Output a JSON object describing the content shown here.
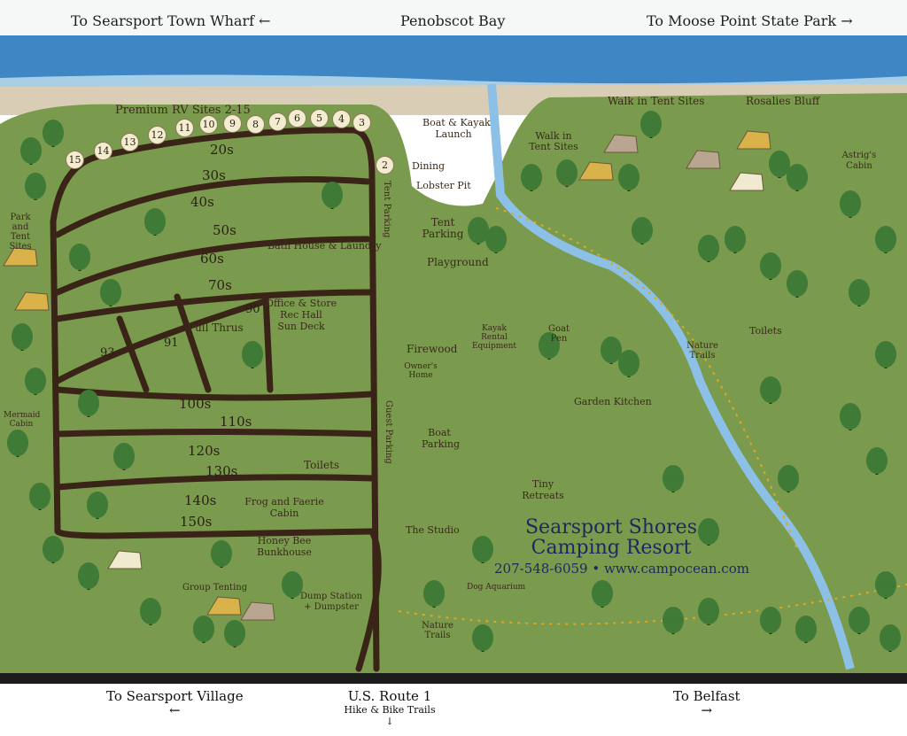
{
  "header": {
    "left": {
      "label": "To Searsport Town Wharf",
      "arrow": "←"
    },
    "center": {
      "label": "Penobscot Bay"
    },
    "right": {
      "label": "To Moose Point State Park",
      "arrow": "→"
    }
  },
  "rv": {
    "premium_label": "Premium RV Sites 2-15",
    "site_numbers": [
      "15",
      "14",
      "13",
      "12",
      "11",
      "10",
      "9",
      "8",
      "7",
      "6",
      "5",
      "4",
      "3",
      "2"
    ],
    "sections": [
      "20s",
      "30s",
      "40s",
      "50s",
      "60s",
      "70s",
      "90",
      "91",
      "93",
      "100s",
      "110s",
      "120s",
      "130s",
      "140s",
      "150s"
    ],
    "pull_thrus": "Pull Thrus"
  },
  "places": {
    "park_tent": "Park and Tent Sites",
    "bath_house": "Bath House & Laundry",
    "office": "Office & Store",
    "rec_hall": "Rec Hall",
    "sun_deck": "Sun Deck",
    "tent_parking_vertical": "Tent Parking",
    "boat_kayak": "Boat & Kayak",
    "launch": "Launch",
    "dining": "Dining",
    "lobster_pit": "Lobster Pit",
    "tent_parking": "Tent Parking",
    "playground": "Playground",
    "firewood": "Firewood",
    "owners_home": "Owner's Home",
    "kayak_rental": "Kayak Rental Equipment",
    "goat_pen": "Goat Pen",
    "walk_in_1": "Walk in Tent Sites",
    "walk_in_2": "Walk in Tent Sites",
    "rosalies_bluff": "Rosalies Bluff",
    "astrigs_cabin": "Astrig's Cabin",
    "nature_trails_1": "Nature Trails",
    "toilets_1": "Toilets",
    "mermaid_cabin": "Mermaid Cabin",
    "toilets_2": "Toilets",
    "frog_faerie": "Frog and Faerie Cabin",
    "honey_bee": "Honey Bee Bunkhouse",
    "group_tenting": "Group Tenting",
    "dump_station": "Dump Station + Dumpster",
    "guest_parking": "Guest Parking",
    "boat_parking": "Boat Parking",
    "garden_kitchen": "Garden Kitchen",
    "tiny_retreats": "Tiny Retreats",
    "the_studio": "The Studio",
    "dog_aquarium": "Dog Aquarium",
    "nature_trails_2": "Nature Trails"
  },
  "resort": {
    "name_line1": "Searsport Shores",
    "name_line2": "Camping Resort",
    "contact": "207-548-6059 • www.campocean.com"
  },
  "footer": {
    "left": {
      "label": "To Searsport Village",
      "arrow": "←"
    },
    "center": {
      "label": "U.S. Route 1",
      "sub": "Hike & Bike Trails",
      "arrow": "↓"
    },
    "right": {
      "label": "To Belfast",
      "arrow": "→"
    }
  },
  "colors": {
    "grass": "#7a9a4e",
    "sea": "#3f86c4",
    "sand": "#d9cdb6",
    "road": "#3a2418",
    "title": "#1b2a5e",
    "trail": "#e0a820"
  }
}
